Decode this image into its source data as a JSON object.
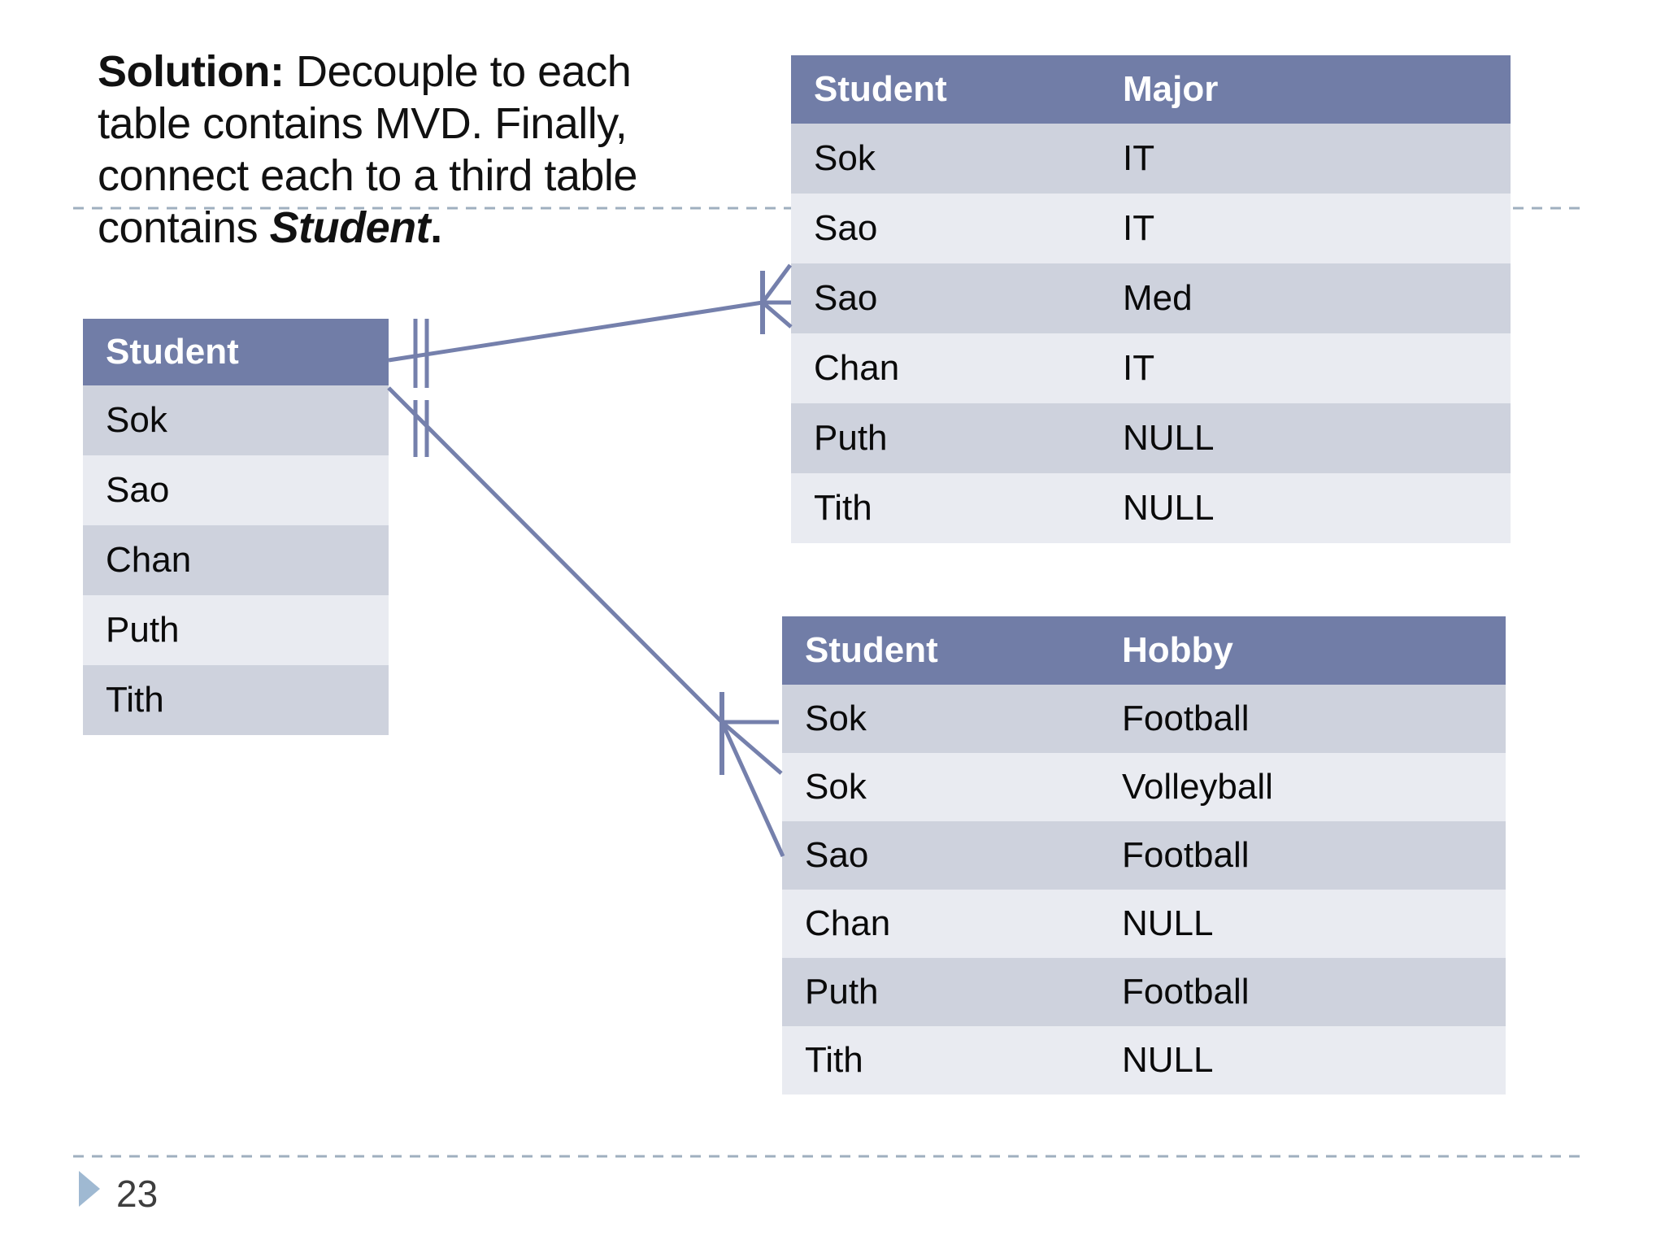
{
  "intro": {
    "line1_bold": "Solution:",
    "line1_rest": " Decouple to each",
    "line2": "table contains MVD. Finally,",
    "line3": "connect each to a third table",
    "line4_prefix": "contains ",
    "line4_emphasis": "Student",
    "line4_suffix": "."
  },
  "student_table": {
    "header": "Student",
    "rows": [
      "Sok",
      "Sao",
      "Chan",
      "Puth",
      "Tith"
    ]
  },
  "major_table": {
    "headers": {
      "col1": "Student",
      "col2": "Major"
    },
    "rows": [
      [
        "Sok",
        "IT"
      ],
      [
        "Sao",
        "IT"
      ],
      [
        "Sao",
        "Med"
      ],
      [
        "Chan",
        "IT"
      ],
      [
        "Puth",
        "NULL"
      ],
      [
        "Tith",
        "NULL"
      ]
    ]
  },
  "hobby_table": {
    "headers": {
      "col1": "Student",
      "col2": "Hobby"
    },
    "rows": [
      [
        "Sok",
        "Football"
      ],
      [
        "Sok",
        "Volleyball"
      ],
      [
        "Sao",
        "Football"
      ],
      [
        "Chan",
        "NULL"
      ],
      [
        "Puth",
        "Football"
      ],
      [
        "Tith",
        "NULL"
      ]
    ]
  },
  "footer": {
    "page_number": "23"
  },
  "colors": {
    "table_header_bg": "#717DA7",
    "row_dark": "#CED2DD",
    "row_light": "#E9EBF1",
    "connector_line": "#7580AC",
    "dashed_rule": "#9FAFBF",
    "page_marker": "#9FB9D2",
    "page_number_text": "#3E3E3E"
  }
}
